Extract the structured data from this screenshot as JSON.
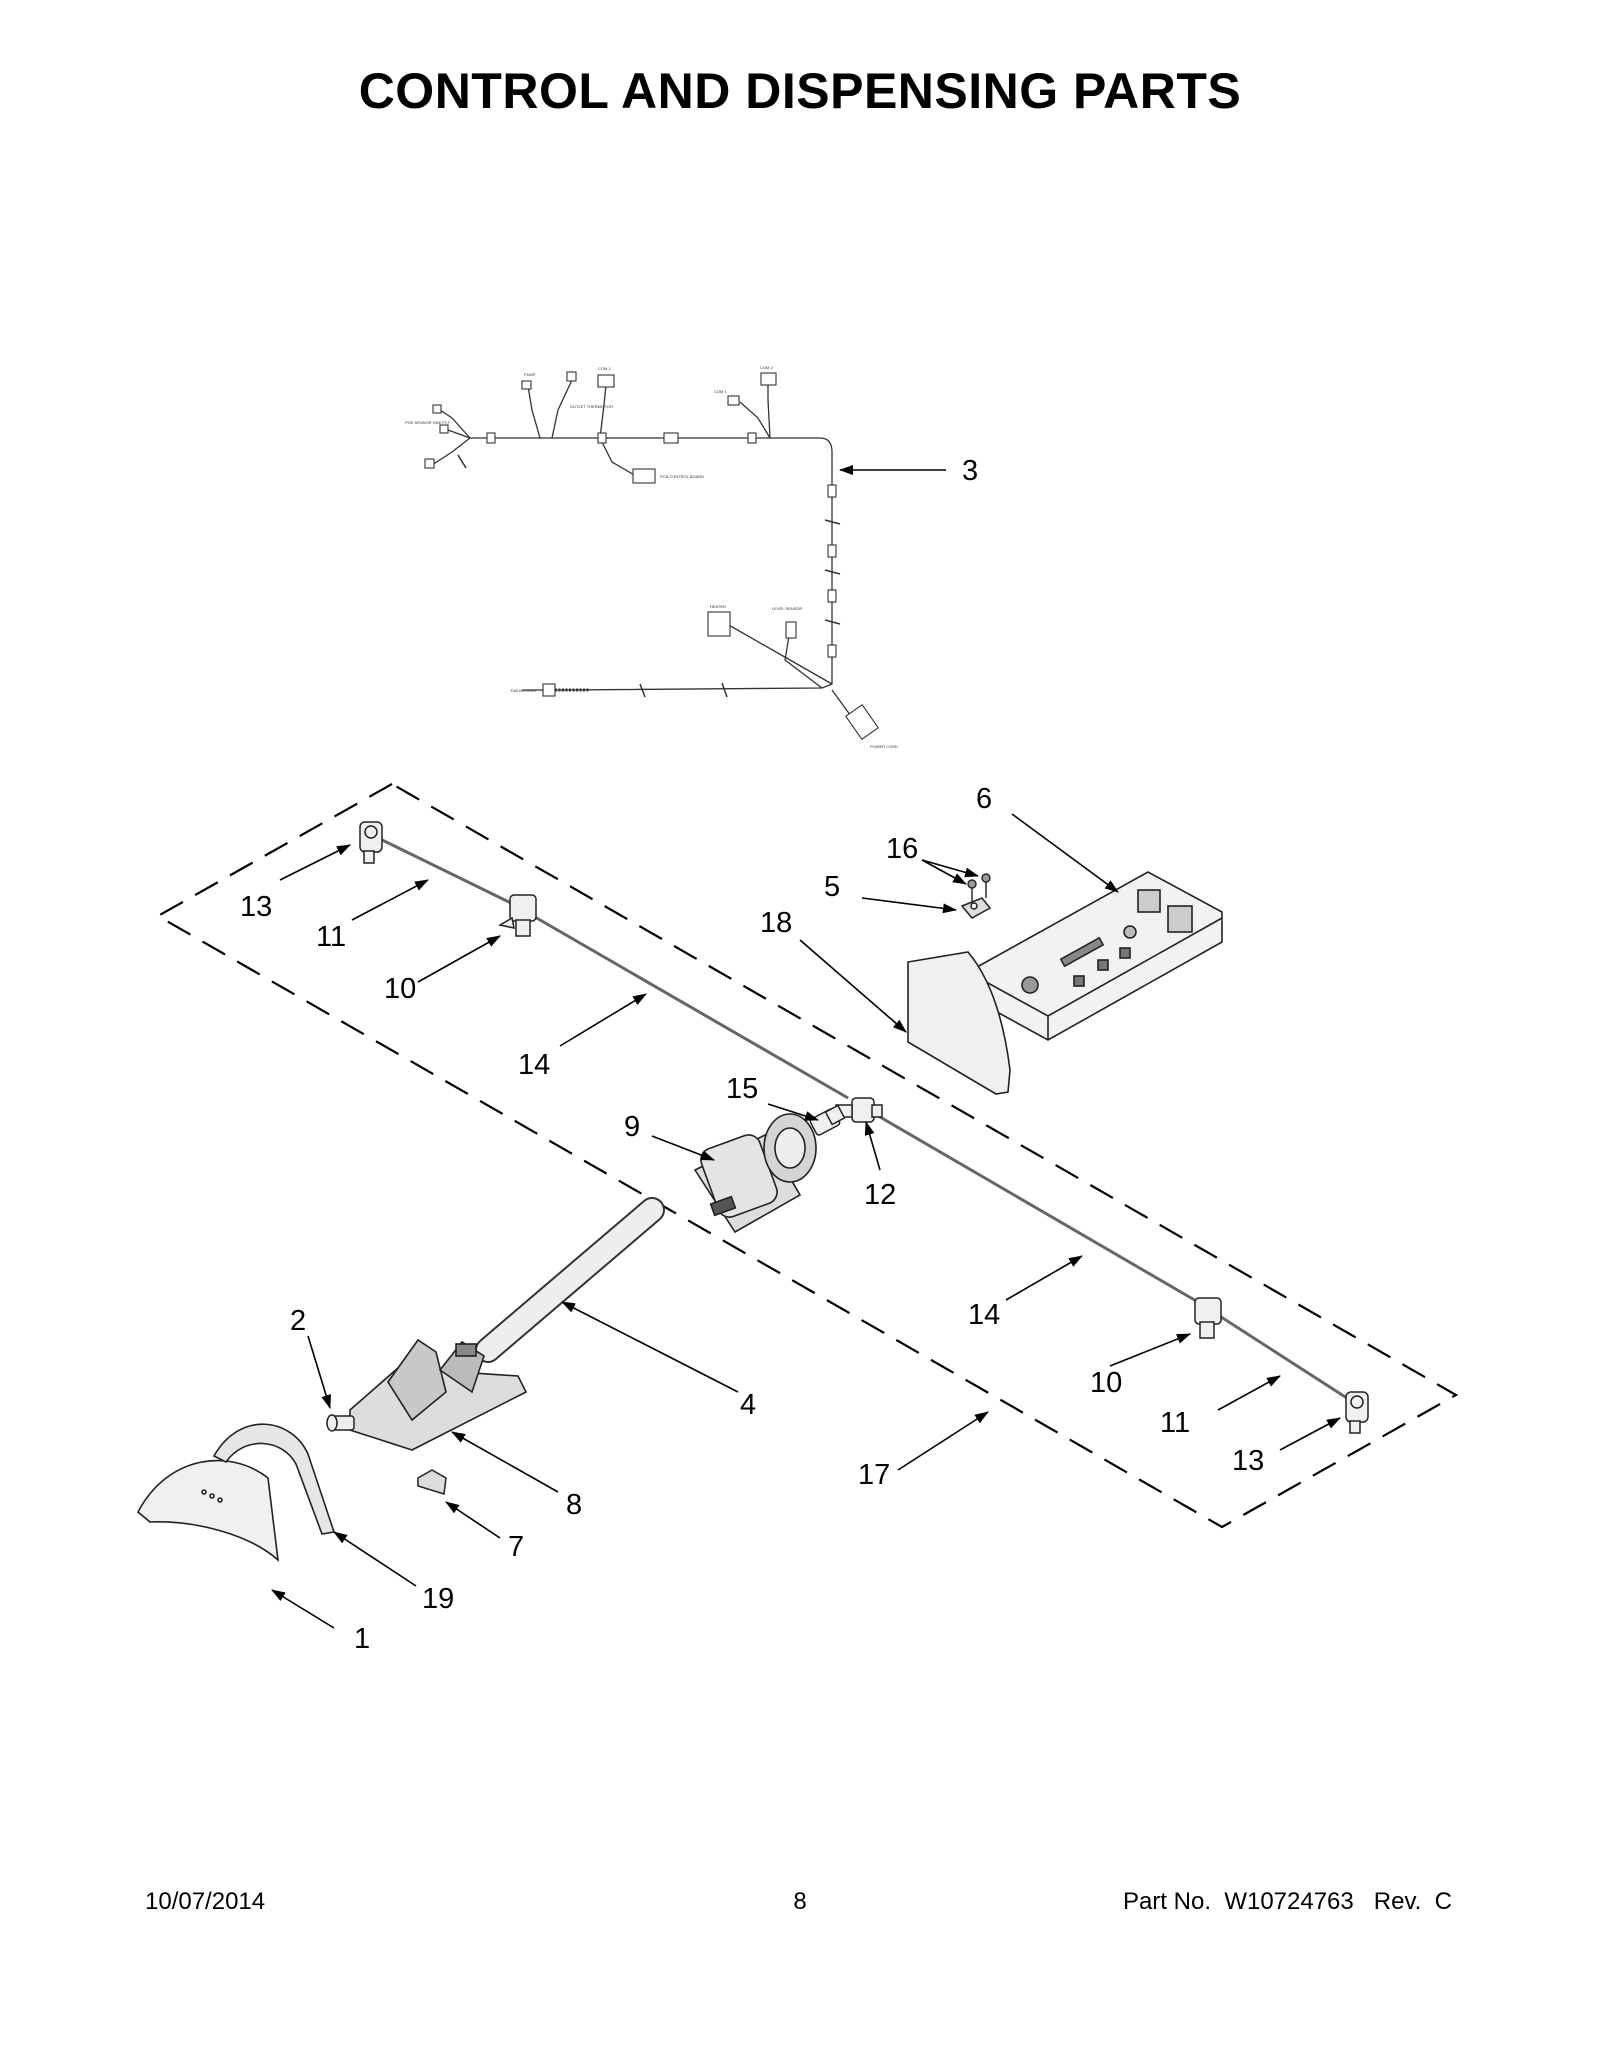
{
  "header": {
    "title": "CONTROL AND DISPENSING PARTS"
  },
  "footer": {
    "date": "10/07/2014",
    "page_number": "8",
    "part_number": "Part No.  W10724763   Rev.  C"
  },
  "callouts": [
    {
      "key": "c13a",
      "label": "13"
    },
    {
      "key": "c11a",
      "label": "11"
    },
    {
      "key": "c10a",
      "label": "10"
    },
    {
      "key": "c14a",
      "label": "14"
    },
    {
      "key": "c3",
      "label": "3"
    },
    {
      "key": "c6",
      "label": "6"
    },
    {
      "key": "c16",
      "label": "16"
    },
    {
      "key": "c5",
      "label": "5"
    },
    {
      "key": "c18",
      "label": "18"
    },
    {
      "key": "c15",
      "label": "15"
    },
    {
      "key": "c9",
      "label": "9"
    },
    {
      "key": "c12",
      "label": "12"
    },
    {
      "key": "c14b",
      "label": "14"
    },
    {
      "key": "c10b",
      "label": "10"
    },
    {
      "key": "c11b",
      "label": "11"
    },
    {
      "key": "c13b",
      "label": "13"
    },
    {
      "key": "c2",
      "label": "2"
    },
    {
      "key": "c4",
      "label": "4"
    },
    {
      "key": "c17",
      "label": "17"
    },
    {
      "key": "c8",
      "label": "8"
    },
    {
      "key": "c7",
      "label": "7"
    },
    {
      "key": "c19",
      "label": "19"
    },
    {
      "key": "c1",
      "label": "1"
    }
  ],
  "harness_labels": {
    "l1": "PGE SENSOR ONE FCT",
    "l2": "PUMP",
    "l3": "COM 1",
    "l4": "COM 2",
    "l5": "OUTLET THERMISTOR",
    "l6": "PCB CONTROL BOARD",
    "l7": "COM 1",
    "l8": "HEATER",
    "l9": "LEVEL SENSOR",
    "l10": "TUB BLOWER",
    "l11": "POWER CORD"
  },
  "colors": {
    "ink": "#000000",
    "line": "#333333",
    "part_fill": "#e6e6e6",
    "part_dark": "#9a9a9a"
  }
}
